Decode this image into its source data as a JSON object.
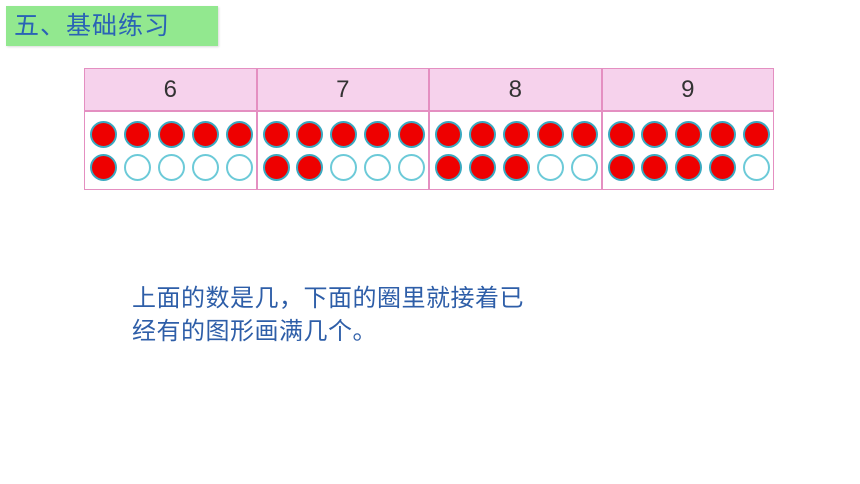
{
  "section_title": "五、基础练习",
  "colors": {
    "title_bg": "#92e88f",
    "title_text": "#2a63b5",
    "table_border": "#e48fc1",
    "header_bg": "#f6d2ec",
    "filled_circle": "#ee0000",
    "circle_outline": "#6ccad8",
    "instruction_text": "#2e5ea8"
  },
  "table": {
    "columns": [
      {
        "number": "6",
        "circles_per_row": 5,
        "rows": [
          5,
          1
        ]
      },
      {
        "number": "7",
        "circles_per_row": 5,
        "rows": [
          5,
          2
        ]
      },
      {
        "number": "8",
        "circles_per_row": 5,
        "rows": [
          5,
          3
        ]
      },
      {
        "number": "9",
        "circles_per_row": 5,
        "rows": [
          5,
          4
        ]
      }
    ]
  },
  "instruction": {
    "line1": "上面的数是几，下面的圈里就接着已",
    "line2": "经有的图形画满几个。"
  }
}
